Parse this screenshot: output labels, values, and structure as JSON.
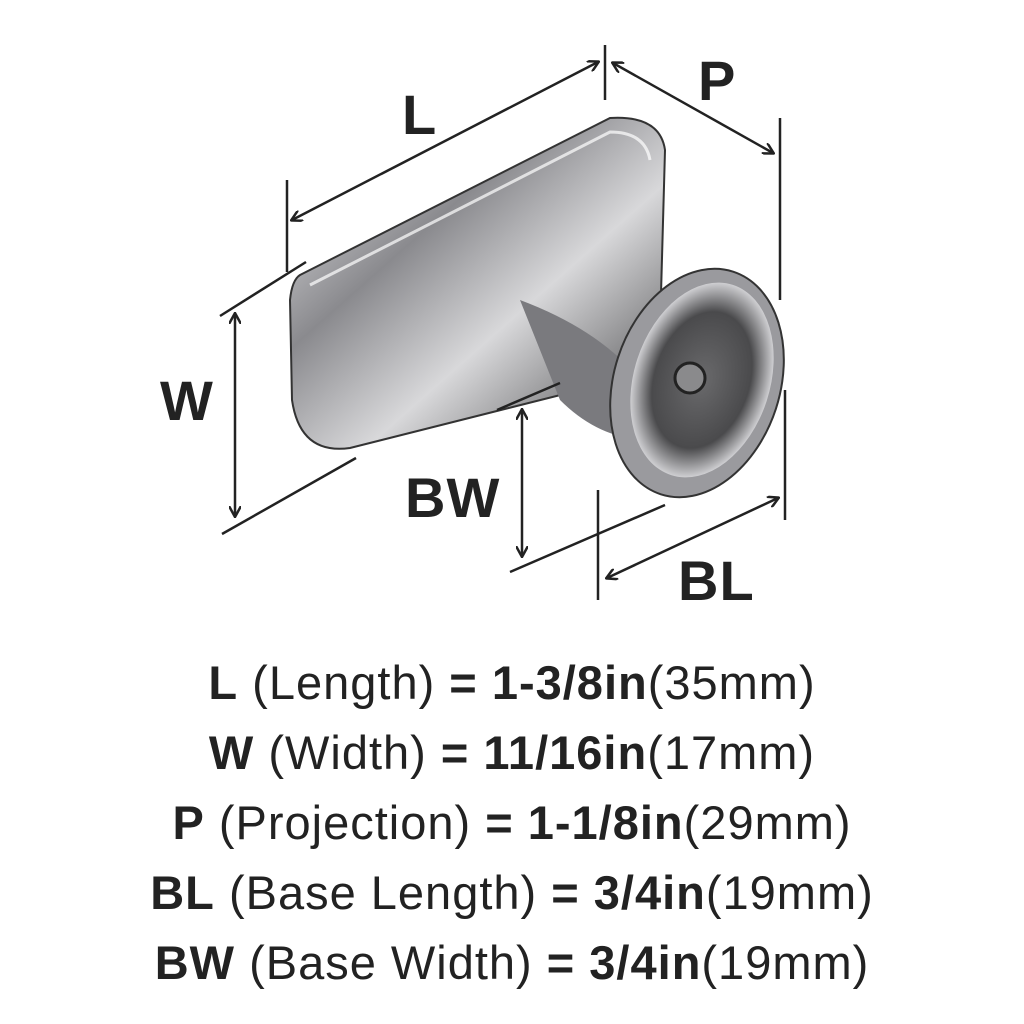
{
  "labels": {
    "L": "L",
    "P": "P",
    "W": "W",
    "BW": "BW",
    "BL": "BL"
  },
  "specs": [
    {
      "abbr": "L",
      "name": "(Length)",
      "eq": "=",
      "imperial": "1-3/8in",
      "metric": "(35mm)"
    },
    {
      "abbr": "W",
      "name": "(Width)",
      "eq": "=",
      "imperial": "11/16in",
      "metric": "(17mm)"
    },
    {
      "abbr": "P",
      "name": "(Projection)",
      "eq": "=",
      "imperial": "1-1/8in",
      "metric": "(29mm)"
    },
    {
      "abbr": "BL",
      "name": "(Base Length)",
      "eq": "=",
      "imperial": "3/4in",
      "metric": "(19mm)"
    },
    {
      "abbr": "BW",
      "name": "(Base Width)",
      "eq": "=",
      "imperial": "3/4in",
      "metric": "(19mm)"
    }
  ],
  "colors": {
    "line": "#222222",
    "metal_dark": "#3a3a3c",
    "metal_light": "#e6e6e8"
  }
}
